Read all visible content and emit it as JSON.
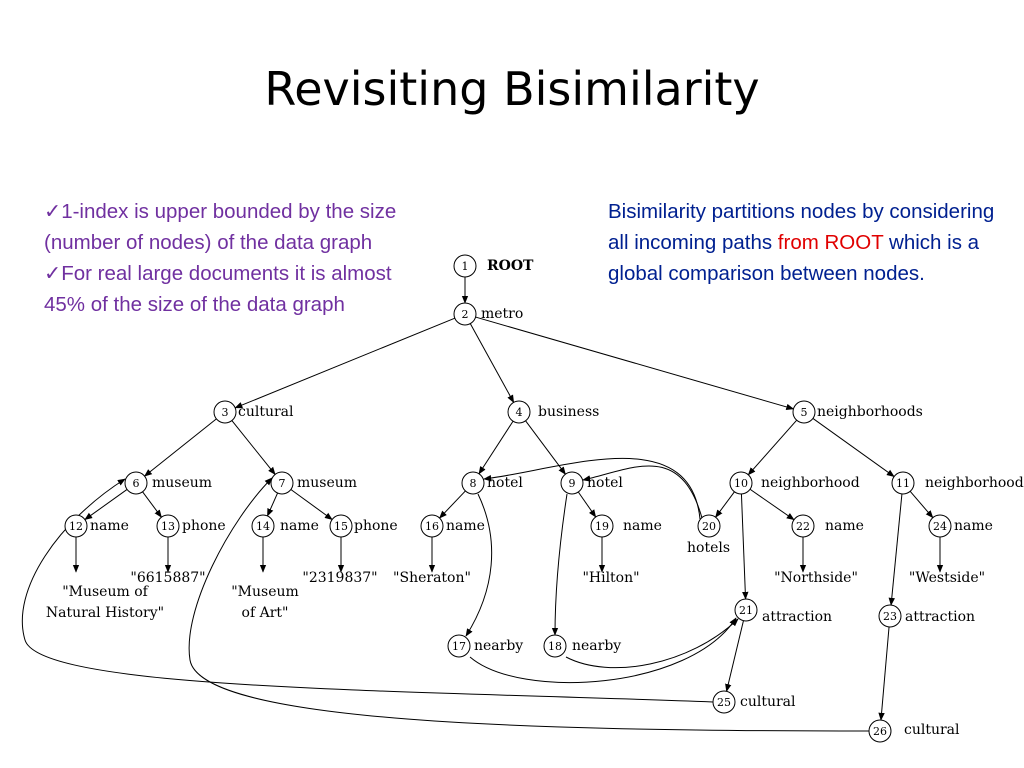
{
  "title": "Revisiting Bisimilarity",
  "bullets": [
    {
      "check": "✓",
      "text": "1-index is upper bounded by the size (number of nodes) of the data graph"
    },
    {
      "check": "✓",
      "text": "For real large documents it is almost 45% of the size of the data graph"
    }
  ],
  "right": {
    "part1": "Bisimilarity partitions nodes by considering all incoming paths ",
    "highlight": "from ROOT",
    "part2": " which is a global comparison between nodes."
  },
  "graph": {
    "nodes": [
      {
        "id": "1",
        "label": "ROOT"
      },
      {
        "id": "2",
        "label": "metro"
      },
      {
        "id": "3",
        "label": "cultural"
      },
      {
        "id": "4",
        "label": "business"
      },
      {
        "id": "5",
        "label": "neighborhoods"
      },
      {
        "id": "6",
        "label": "museum"
      },
      {
        "id": "7",
        "label": "museum"
      },
      {
        "id": "8",
        "label": "hotel"
      },
      {
        "id": "9",
        "label": "hotel"
      },
      {
        "id": "10",
        "label": "neighborhood"
      },
      {
        "id": "11",
        "label": "neighborhood"
      },
      {
        "id": "12",
        "label": "name"
      },
      {
        "id": "13",
        "label": "phone"
      },
      {
        "id": "14",
        "label": "name"
      },
      {
        "id": "15",
        "label": "phone"
      },
      {
        "id": "16",
        "label": "name"
      },
      {
        "id": "19",
        "label": "name"
      },
      {
        "id": "20",
        "label": "hotels"
      },
      {
        "id": "22",
        "label": "name"
      },
      {
        "id": "24",
        "label": "name"
      },
      {
        "id": "21",
        "label": "attraction"
      },
      {
        "id": "23",
        "label": "attraction"
      },
      {
        "id": "17",
        "label": "nearby"
      },
      {
        "id": "18",
        "label": "nearby"
      },
      {
        "id": "25",
        "label": "cultural"
      },
      {
        "id": "26",
        "label": "cultural"
      }
    ],
    "values": [
      {
        "lines": [
          "\"Museum of",
          "Natural History\""
        ]
      },
      {
        "lines": [
          "\"6615887\""
        ]
      },
      {
        "lines": [
          "\"Museum",
          "of Art\""
        ]
      },
      {
        "lines": [
          "\"2319837\""
        ]
      },
      {
        "lines": [
          "\"Sheraton\""
        ]
      },
      {
        "lines": [
          "\"Hilton\""
        ]
      },
      {
        "lines": [
          "\"Northside\""
        ]
      },
      {
        "lines": [
          "\"Westside\""
        ]
      }
    ]
  }
}
